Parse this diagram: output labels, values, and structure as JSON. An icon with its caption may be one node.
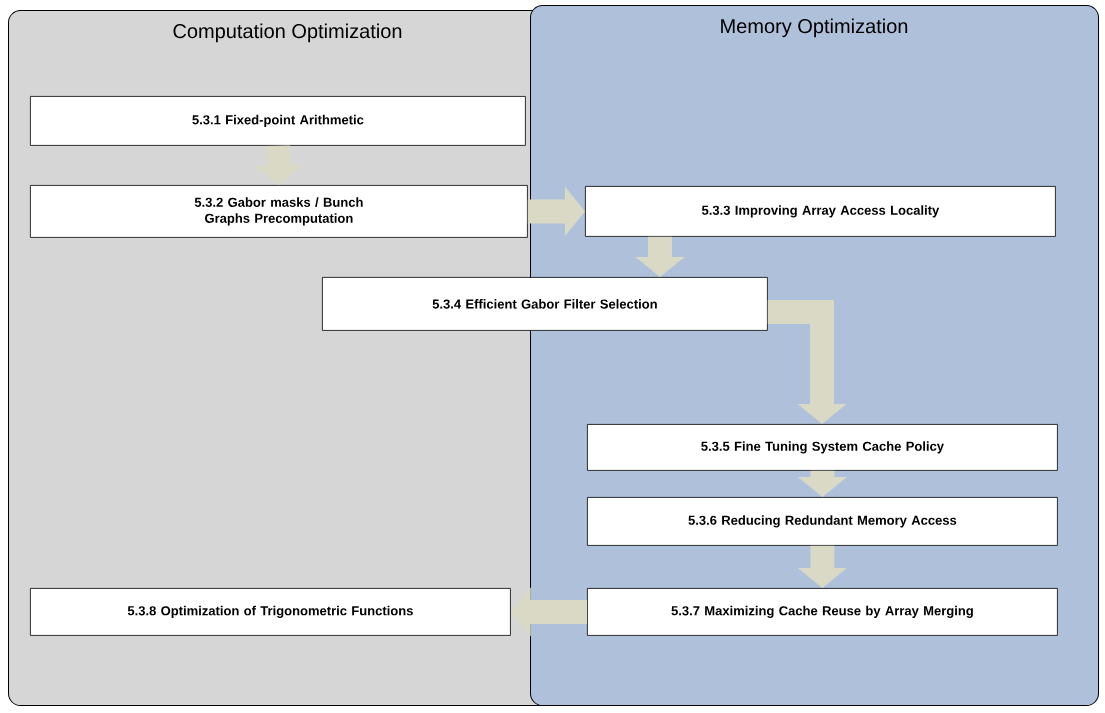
{
  "diagram": {
    "nodes": [
      {
        "text": [
          "Computation Optimization"
        ]
      },
      {
        "text": [
          "Memory Optimization"
        ]
      },
      {
        "text": [
          "5.3.1 Fixed-point Arithmetic"
        ],
        "in": 0
      },
      {
        "text": [
          "5.3.2 Gabor masks / Bunch Graphs Precomputation"
        ],
        "in": 0
      },
      {
        "text": [
          "5.3.3 Improving Array Access Locality"
        ],
        "in": 1
      },
      {
        "text": [
          "5.3.4 Efficient Gabor Filter Selection"
        ]
      },
      {
        "text": [
          "5.3.5 Fine Tuning System Cache Policy"
        ],
        "in": 1
      },
      {
        "text": [
          "5.3.6 Reducing Redundant Memory Access"
        ],
        "in": 1
      },
      {
        "text": [
          "5.3.7 Maximizing Cache Reuse by Array Merging"
        ],
        "in": 1
      },
      {
        "text": [
          "5.3.8 Optimization of Trigonometric Functions"
        ],
        "in": 0
      }
    ],
    "edges": [
      {
        "from": 2,
        "to": 3,
        "arrow": "to"
      },
      {
        "from": 3,
        "to": 4,
        "arrow": "to"
      },
      {
        "from": 4,
        "to": 5,
        "arrow": "to"
      },
      {
        "from": 5,
        "to": 6,
        "arrow": "to"
      },
      {
        "from": 6,
        "to": 7,
        "arrow": "to"
      },
      {
        "from": 7,
        "to": 8,
        "arrow": "to"
      },
      {
        "from": 8,
        "to": 9,
        "arrow": "to"
      }
    ]
  }
}
